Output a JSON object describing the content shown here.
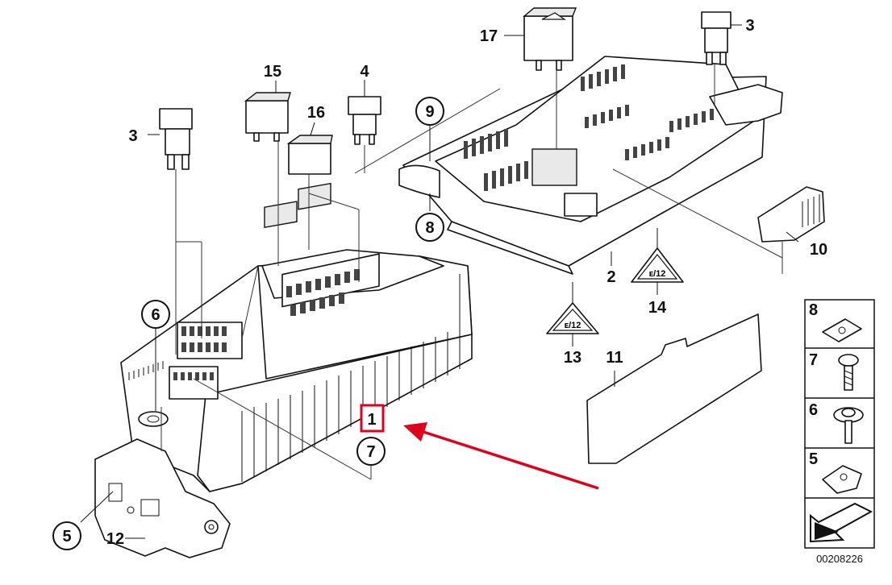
{
  "diagram": {
    "labels": {
      "p1": "1",
      "p2": "2",
      "p3a": "3",
      "p3b": "3",
      "p4": "4",
      "p5": "5",
      "p6": "6",
      "p7": "7",
      "p8": "8",
      "p9": "9",
      "p10": "10",
      "p11": "11",
      "p12": "12",
      "p13": "13",
      "p14": "14",
      "p15": "15",
      "p16": "16",
      "p17": "17"
    },
    "legend": {
      "items": [
        "8",
        "7",
        "6",
        "5"
      ]
    },
    "warning_text_13": "ᴇ/12",
    "warning_text_14": "ᴇ/12",
    "catalog_number": "00208226",
    "highlight_color": "#e0001b",
    "arrow_color": "#e0001b"
  }
}
